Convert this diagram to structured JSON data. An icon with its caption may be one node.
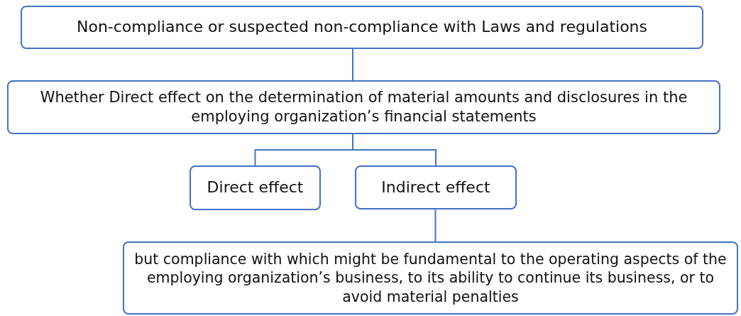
{
  "diagram": {
    "nodes": [
      {
        "text": [
          "Non-compliance or suspected non-compliance with Laws and regulations"
        ]
      },
      {
        "text": [
          "Whether Direct effect on the determination of material amounts and disclosures in the employing organization’s financial statements"
        ]
      },
      {
        "text": [
          "Direct effect"
        ]
      },
      {
        "text": [
          "Indirect effect"
        ]
      },
      {
        "text": [
          "but compliance with which might be fundamental to the operating aspects of the employing organization’s business, to its ability to continue its business, or  to avoid material penalties"
        ]
      }
    ],
    "edges": [
      {
        "from": 0,
        "to": 1,
        "arrow": "none"
      },
      {
        "from": 1,
        "to": 2,
        "arrow": "none"
      },
      {
        "from": 1,
        "to": 3,
        "arrow": "none"
      },
      {
        "from": 3,
        "to": 4,
        "arrow": "none"
      }
    ]
  }
}
